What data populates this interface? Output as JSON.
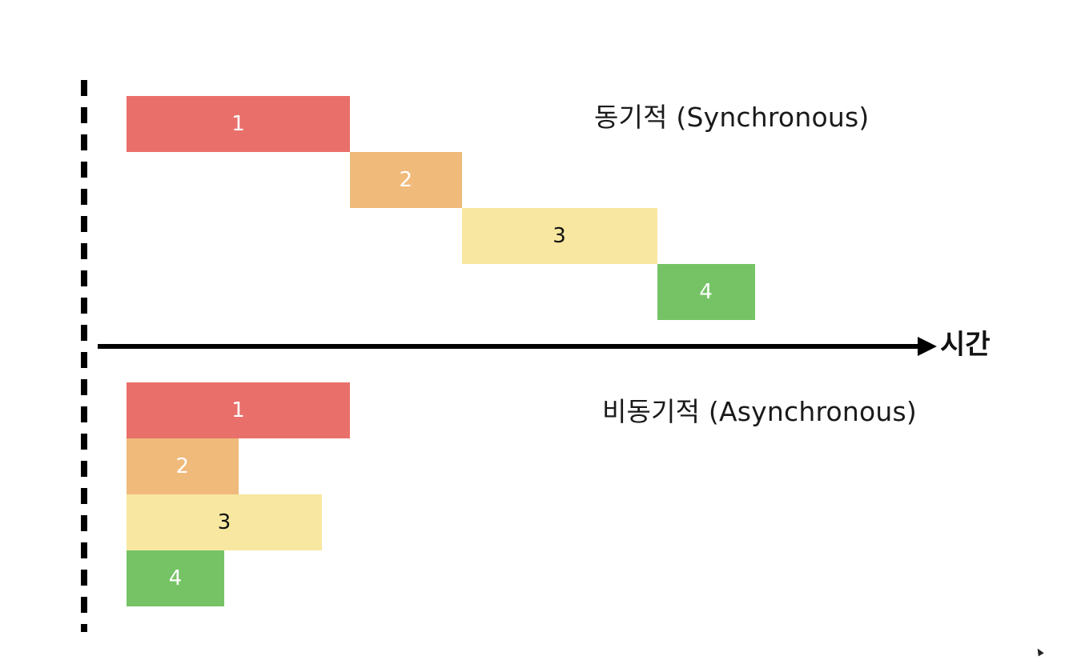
{
  "colors": {
    "task1": "#E9706A",
    "task2": "#F0BA7B",
    "task3": "#F8E7A0",
    "task4": "#76C366",
    "axis": "#000000"
  },
  "sync": {
    "title": "동기적 (Synchronous)",
    "tasks": [
      {
        "label": "1",
        "start": 0,
        "end": 2.0,
        "color_key": "task1",
        "text_color": "#ffffff"
      },
      {
        "label": "2",
        "start": 2.0,
        "end": 3.0,
        "color_key": "task2",
        "text_color": "#ffffff"
      },
      {
        "label": "3",
        "start": 3.0,
        "end": 4.75,
        "color_key": "task3",
        "text_color": "#111111"
      },
      {
        "label": "4",
        "start": 4.75,
        "end": 5.625,
        "color_key": "task4",
        "text_color": "#ffffff"
      }
    ]
  },
  "async": {
    "title": "비동기적 (Asynchronous)",
    "tasks": [
      {
        "label": "1",
        "start": 0,
        "end": 2.0,
        "color_key": "task1",
        "text_color": "#ffffff"
      },
      {
        "label": "2",
        "start": 0,
        "end": 1.0,
        "color_key": "task2",
        "text_color": "#ffffff"
      },
      {
        "label": "3",
        "start": 0,
        "end": 1.75,
        "color_key": "task3",
        "text_color": "#111111"
      },
      {
        "label": "4",
        "start": 0,
        "end": 0.875,
        "color_key": "task4",
        "text_color": "#ffffff"
      }
    ]
  },
  "axis": {
    "label": "시간"
  }
}
